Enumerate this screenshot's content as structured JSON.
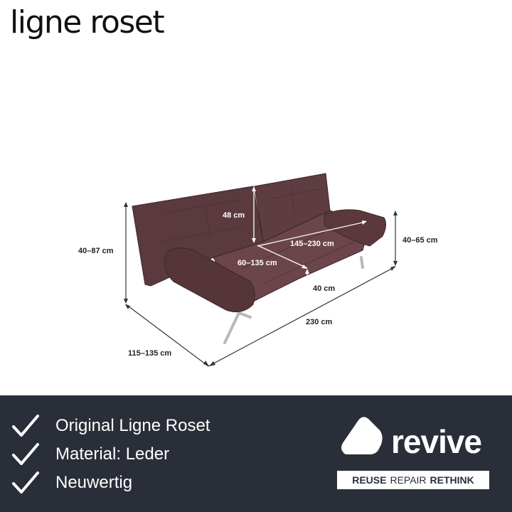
{
  "brand": {
    "logo_text": "ligne roset"
  },
  "dimensions": {
    "total_height": "40–87 cm",
    "backrest_height": "48 cm",
    "lying_length": "145–230 cm",
    "seat_depth": "60–135 cm",
    "seat_height": "40 cm",
    "armrest_height": "40–65 cm",
    "width": "230 cm",
    "depth": "115–135 cm"
  },
  "features": [
    {
      "label": "Original Ligne Roset"
    },
    {
      "label": "Material: Leder"
    },
    {
      "label": "Neuwertig"
    }
  ],
  "revive": {
    "wordmark": "revive",
    "tagline_bold_1": "REUSE",
    "tagline_regular": "REPAIR",
    "tagline_bold_2": "RETHINK"
  },
  "colors": {
    "footer_bg": "#2a2e38",
    "leather": "#5a3a3e",
    "text_white": "#ffffff"
  },
  "icons": {
    "check": "checkmark-icon",
    "revive_mark": "revive-logo-icon"
  }
}
